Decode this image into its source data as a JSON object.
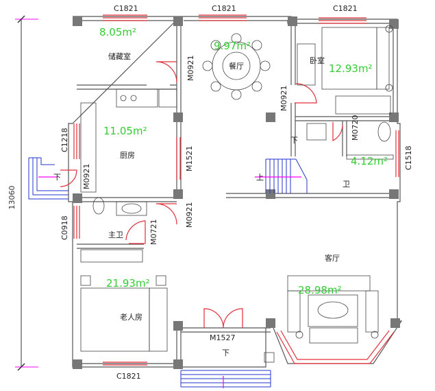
{
  "dimension": {
    "label": "13060"
  },
  "rooms": {
    "storage": {
      "name": "储藏室",
      "area": "8.05m²"
    },
    "dining": {
      "name": "餐厅",
      "area": "9.97m²"
    },
    "bedroom": {
      "name": "卧室",
      "area": "12.93m²"
    },
    "kitchen": {
      "name": "厨房",
      "area": "11.05m²"
    },
    "bathroom_small": {
      "name": "卫",
      "area": "4.12m²"
    },
    "main_bath": {
      "name": "主卫"
    },
    "elder_room": {
      "name": "老人房",
      "area": "21.93m²"
    },
    "living": {
      "name": "客厅",
      "area": "28.98m²"
    }
  },
  "windows": {
    "top_left": "C1821",
    "top_middle": "C1821",
    "top_right": "C1821",
    "left_kitchen": "C1218",
    "left_bath": "C0918",
    "right_bath": "C1518",
    "bottom_left": "C1821"
  },
  "doors": {
    "storage": "M0921",
    "kitchen_side": "M0921",
    "kitchen_front": "M1521",
    "bedroom": "M0921",
    "bathroom_small": "M0720",
    "main_bath": "M0721",
    "elder_room": "M0921",
    "entrance": "M1527"
  },
  "stairs": {
    "up_label": "上",
    "down_label": "下"
  },
  "colors": {
    "wall": "#555555",
    "window": "#e0303a",
    "area": "#33cc33",
    "dimension": "#ff00ff",
    "step": "#2233cc"
  }
}
